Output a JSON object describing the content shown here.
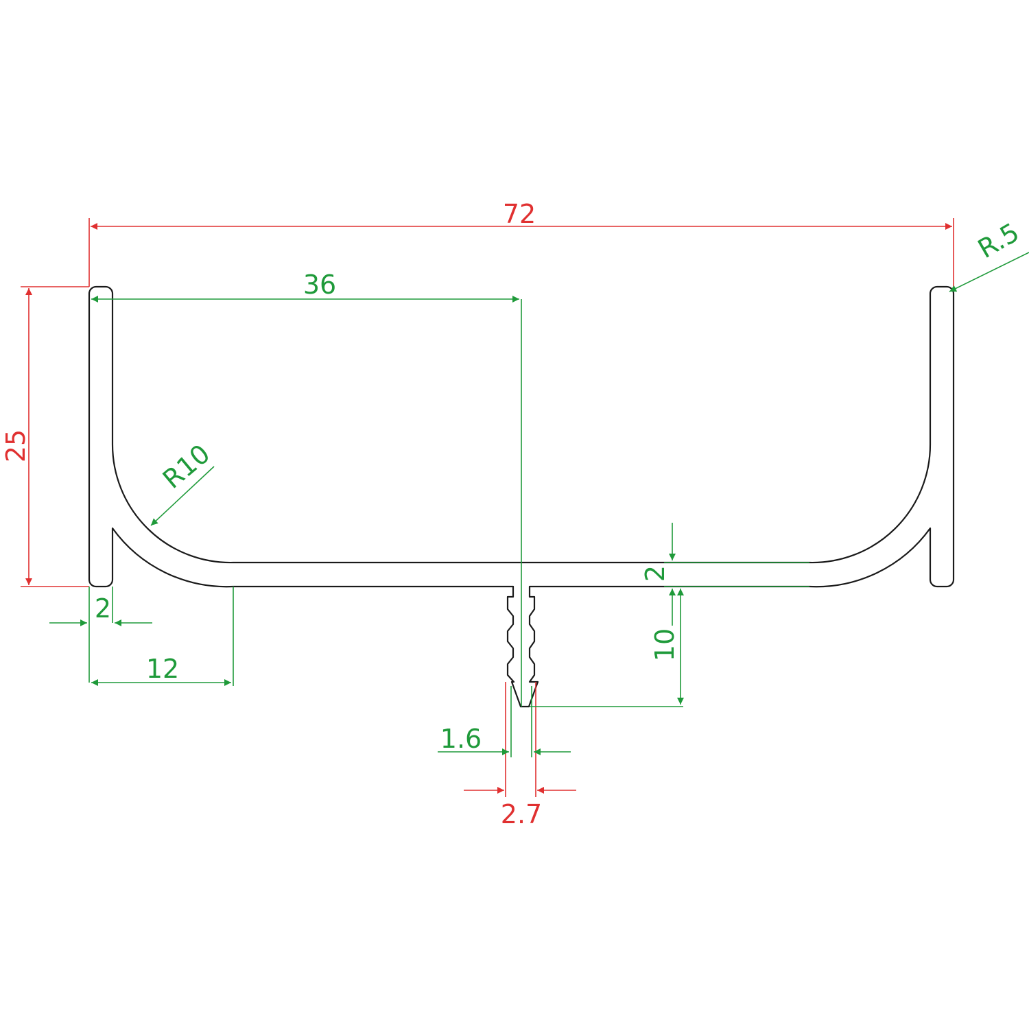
{
  "drawing": {
    "colors": {
      "outline": "#1a1a1a",
      "primary_dimension": "#e03030",
      "secondary_dimension": "#1f9a3a",
      "background": "#ffffff"
    },
    "dimensions": {
      "overall_width": "72",
      "overall_height": "25",
      "half_width": "36",
      "top_radius": "R.5",
      "inner_radius": "R10",
      "wall_thickness": "2",
      "flange_length": "12",
      "base_thickness": "2",
      "stem_height": "10",
      "stem_inner_width": "1.6",
      "stem_outer_width": "2.7"
    }
  }
}
